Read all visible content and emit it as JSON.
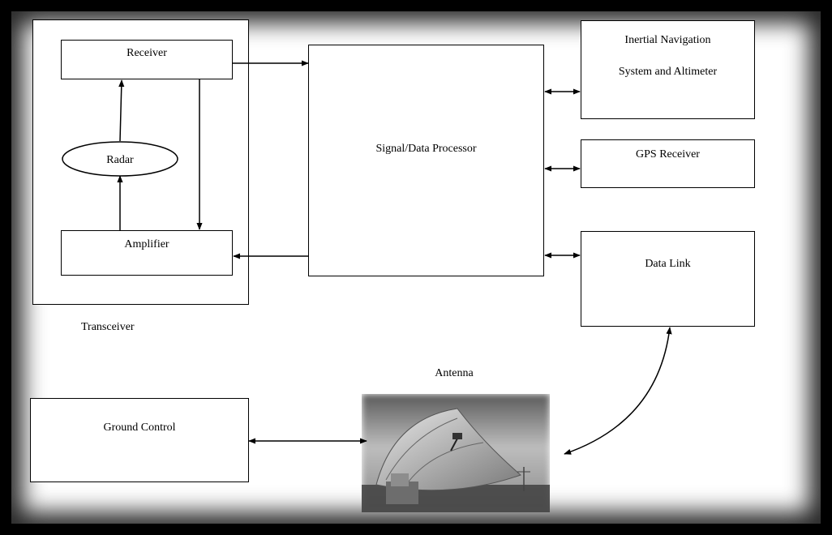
{
  "diagram": {
    "transceiver_label": "Transceiver",
    "receiver_label": "Receiver",
    "radar_label": "Radar",
    "amplifier_label": "Amplifier",
    "processor_label": "Signal/Data Processor",
    "ins_label_line1": "Inertial Navigation",
    "ins_label_line2": "System and Altimeter",
    "gps_label": "GPS Receiver",
    "datalink_label": "Data Link",
    "antenna_label": "Antenna",
    "ground_label": "Ground Control"
  },
  "colors": {
    "background": "#000000",
    "canvas": "#ffffff",
    "line": "#000000"
  }
}
